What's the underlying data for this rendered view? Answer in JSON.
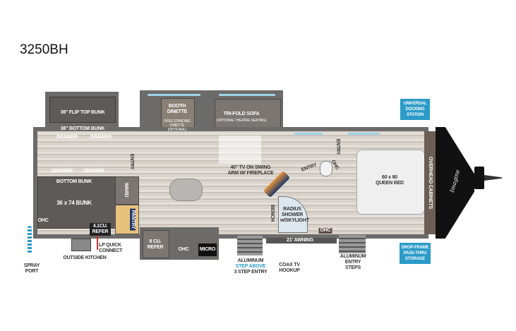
{
  "model": "3250BH",
  "colors": {
    "accent_blue": "#2b9bc8",
    "walls": "#6d6b69",
    "floor": "#d9d3cc",
    "front_cap": "#111111"
  },
  "labels": {
    "flip_top_bunk": "36\" FLIP TOP BUNK",
    "bottom_bunk_top": "36\" BOTTOM BUNK",
    "drawer": "DRAWER",
    "entry": "ENTRY",
    "bottom_bunk": "BOTTOM BUNK",
    "bunk_36x74": "36 x 74 BUNK",
    "ward": "WARD",
    "pantry": "PANTRY",
    "ohc": "OHC",
    "refer_41": "4.1CU. REFER",
    "booth_dinette": "BOOTH DINETTE",
    "free_standing": "FREE STANDING DINETTE (OPTIONAL)",
    "tri_fold_sofa": "TRI-FOLD SOFA",
    "theatre": "(OPTIONAL THEATRE SEATING)",
    "tv": "40\" TV ON SWING ARM W/ FIREPLACE",
    "refer_8": "8 CU. REFER",
    "micro": "MICRO",
    "lp_quick": "LP QUICK CONNECT",
    "outside_kitchen": "OUTSIDE KITCHEN",
    "spray_port": "SPRAY PORT",
    "step_aluminum": "ALUMINUM",
    "step_above": "STEP ABOVE",
    "step_entry": "3 STEP ENTRY",
    "bench": "BENCH",
    "shower": "RADIUS SHOWER w/SKYLIGHT",
    "awning": "21' AWNING",
    "coax": "COAX TV HOOKUP",
    "queen_bed": "60 x 80 QUEEN BED",
    "overhead_cabinets": "OVERHEAD CABINETS",
    "docking": "UNIVERSAL DOCKING STATION",
    "pass_thru": "DROP-FRAME PASS-THRU STORAGE",
    "entry_steps": "ALUMINUM ENTRY STEPS",
    "logo": "Imagine"
  }
}
